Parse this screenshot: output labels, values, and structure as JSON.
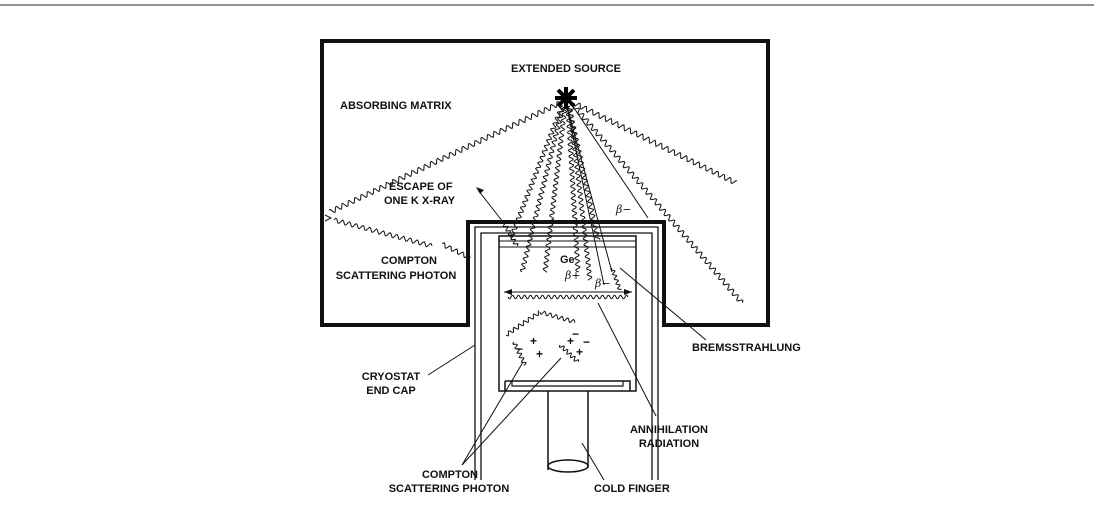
{
  "labels": {
    "extended_source": "EXTENDED SOURCE",
    "absorbing_matrix": "ABSORBING MATRIX",
    "escape_line1": "ESCAPE OF",
    "escape_line2": "ONE K X-RAY",
    "compton_top_line1": "COMPTON",
    "compton_top_line2": "SCATTERING PHOTON",
    "ge": "Ge",
    "beta_minus_top": "β−",
    "beta_plus": "β+",
    "beta_minus_inner": "β−",
    "bremsstrahlung": "BREMSSTRAHLUNG",
    "cryostat_line1": "CRYOSTAT",
    "cryostat_line2": "END CAP",
    "annihilation_line1": "ANNIHILATION",
    "annihilation_line2": "RADIATION",
    "compton_bottom_line1": "COMPTON",
    "compton_bottom_line2": "SCATTERING PHOTON",
    "cold_finger": "COLD FINGER"
  },
  "charges": [
    "+",
    "−",
    "+",
    "+",
    "−",
    "+",
    "−"
  ]
}
